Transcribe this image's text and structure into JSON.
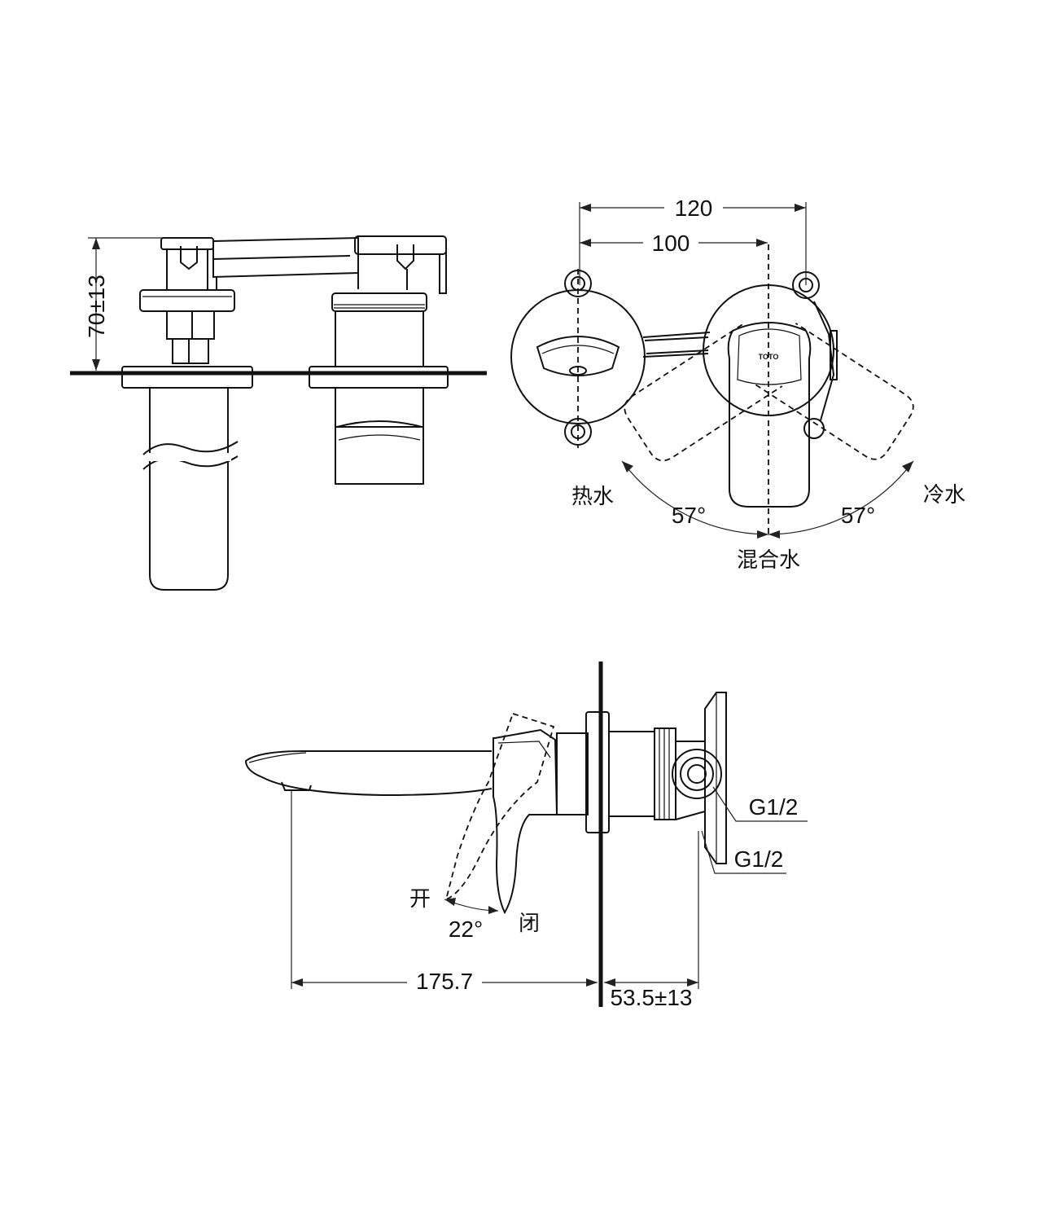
{
  "front_view": {
    "dim_height": "70±13"
  },
  "top_view": {
    "dim_outer": "120",
    "dim_inner": "100",
    "brand_logo": "TOTO",
    "label_hot": "热水",
    "label_cold": "冷水",
    "label_mixed": "混合水",
    "angle_left": "57°",
    "angle_right": "57°"
  },
  "side_view": {
    "label_open": "开",
    "label_closed": "闭",
    "angle_lever": "22°",
    "thread_upper": "G1/2",
    "thread_lower": "G1/2",
    "dim_spout": "175.7",
    "dim_depth": "53.5±13"
  }
}
